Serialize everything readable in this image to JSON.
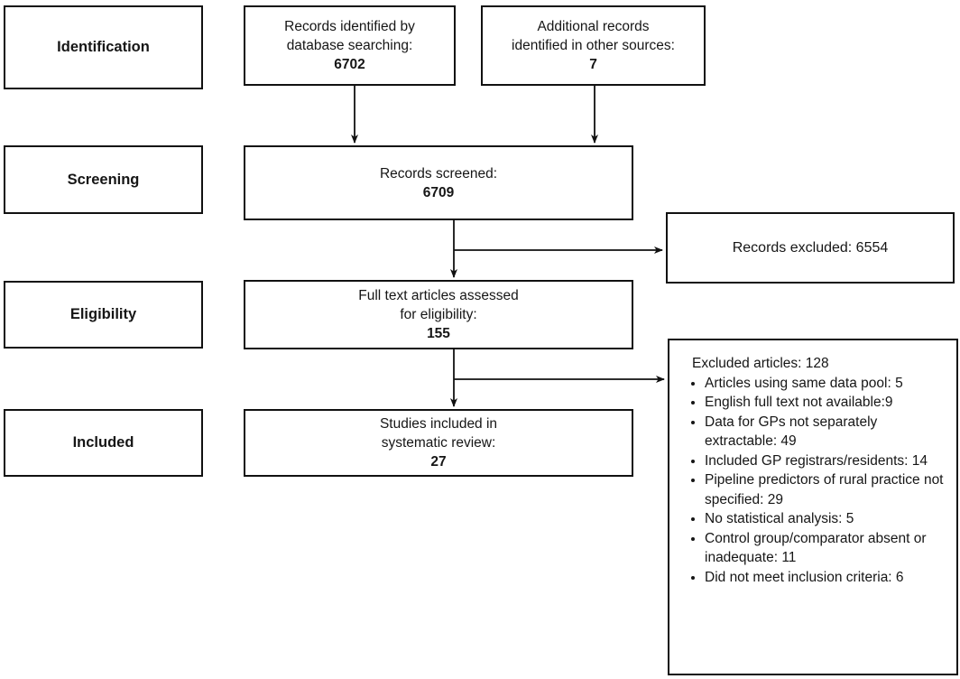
{
  "diagram": {
    "stages": [
      {
        "label": "Identification"
      },
      {
        "label": "Screening"
      },
      {
        "label": "Eligibility"
      },
      {
        "label": "Included"
      }
    ],
    "boxes": {
      "db_search": {
        "lines": [
          "Records identified by",
          "database searching:"
        ],
        "value": "6702"
      },
      "other_sources": {
        "lines": [
          "Additional records",
          "identified in other sources:"
        ],
        "value": "7"
      },
      "screened": {
        "lines": [
          "Records screened:"
        ],
        "value": "6709"
      },
      "records_excluded": {
        "text": "Records excluded: 6554"
      },
      "full_text": {
        "lines": [
          "Full text articles assessed",
          "for eligibility:"
        ],
        "value": "155"
      },
      "studies_included": {
        "lines": [
          "Studies included in",
          "systematic review:"
        ],
        "value": "27"
      },
      "excluded_articles": {
        "title": "Excluded articles: 128",
        "reasons": [
          "Articles using same data pool: 5",
          "English full text not available:9",
          "Data for GPs not separately extractable: 49",
          "Included GP registrars/residents: 14",
          "Pipeline predictors of rural practice not specified: 29",
          "No statistical analysis: 5",
          "Control group/comparator absent or inadequate: 11",
          "Did not meet inclusion criteria: 6"
        ]
      }
    },
    "colors": {
      "line": "#111111",
      "text": "#161616",
      "background": "#ffffff"
    }
  }
}
